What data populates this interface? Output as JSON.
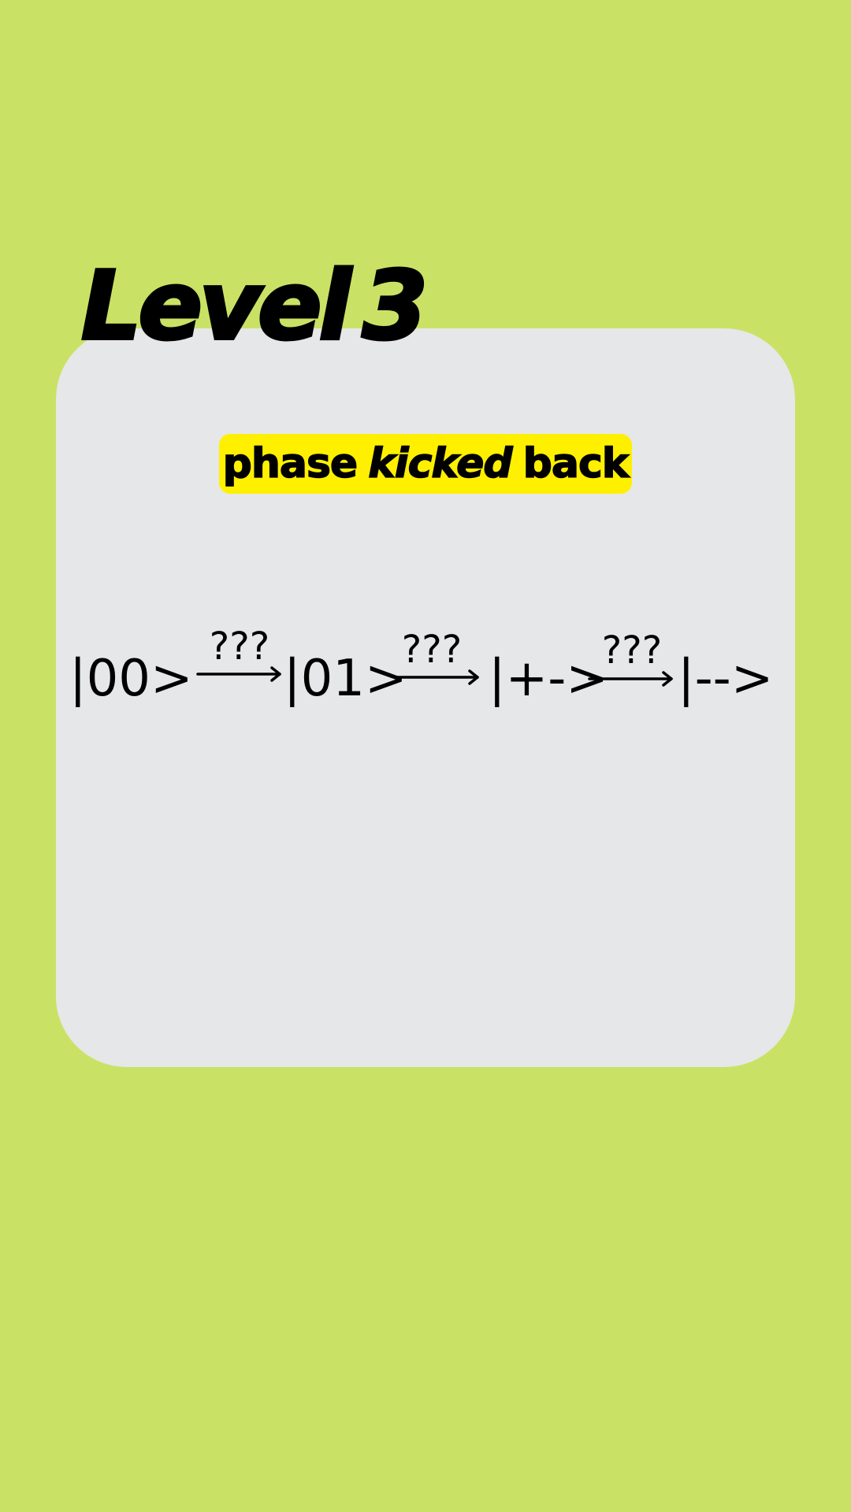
{
  "title": {
    "word": "Level",
    "number": "3"
  },
  "subtitle": {
    "part1": "phase",
    "part2": "kicked",
    "part3": "back"
  },
  "sequence": {
    "states": [
      "|00>",
      "|01>",
      "|+->",
      "|-->"
    ],
    "operators": [
      "???",
      "???",
      "???"
    ]
  },
  "colors": {
    "background": "#c9e265",
    "card": "#e6e7e9",
    "highlight": "#fff000",
    "text": "#000000"
  }
}
